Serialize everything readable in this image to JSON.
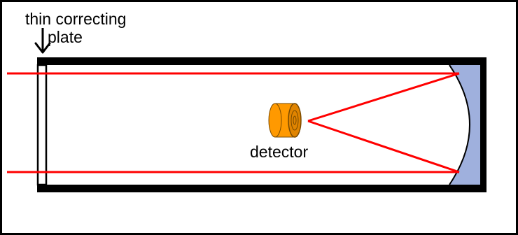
{
  "labels": {
    "plate_line1": "thin correcting",
    "plate_line2": "plate",
    "detector": "detector"
  },
  "colors": {
    "frame": "#000000",
    "tube": "#000000",
    "light_ray": "#ff0000",
    "mirror": "#9fb0dd",
    "detector_body": "#ff9900",
    "detector_face": "#cc7a00",
    "text": "#000000"
  },
  "icons": {
    "pointer": "down-arrow-icon"
  }
}
